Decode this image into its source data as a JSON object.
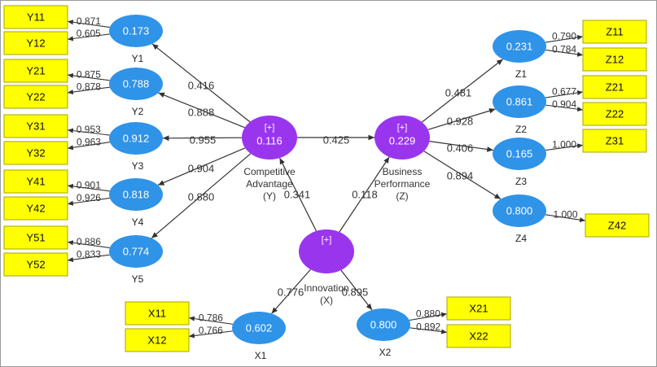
{
  "colors": {
    "indicator_fill": "#ffff00",
    "indicator_border": "#a8a300",
    "construct_fill": "#2f93e8",
    "latent_fill": "#9a35ee",
    "line": "#333333",
    "label_text": "#333333"
  },
  "indicators": [
    {
      "id": "Y11",
      "label": "Y11"
    },
    {
      "id": "Y12",
      "label": "Y12"
    },
    {
      "id": "Y21",
      "label": "Y21"
    },
    {
      "id": "Y22",
      "label": "Y22"
    },
    {
      "id": "Y31",
      "label": "Y31"
    },
    {
      "id": "Y32",
      "label": "Y32"
    },
    {
      "id": "Y41",
      "label": "Y41"
    },
    {
      "id": "Y42",
      "label": "Y42"
    },
    {
      "id": "Y51",
      "label": "Y51"
    },
    {
      "id": "Y52",
      "label": "Y52"
    },
    {
      "id": "Z11",
      "label": "Z11"
    },
    {
      "id": "Z12",
      "label": "Z12"
    },
    {
      "id": "Z21",
      "label": "Z21"
    },
    {
      "id": "Z22",
      "label": "Z22"
    },
    {
      "id": "Z31",
      "label": "Z31"
    },
    {
      "id": "Z42",
      "label": "Z42"
    },
    {
      "id": "X11",
      "label": "X11"
    },
    {
      "id": "X12",
      "label": "X12"
    },
    {
      "id": "X21",
      "label": "X21"
    },
    {
      "id": "X22",
      "label": "X22"
    }
  ],
  "first_order": [
    {
      "id": "Y1",
      "label": "Y1",
      "value": "0.173"
    },
    {
      "id": "Y2",
      "label": "Y2",
      "value": "0.788"
    },
    {
      "id": "Y3",
      "label": "Y3",
      "value": "0.912"
    },
    {
      "id": "Y4",
      "label": "Y4",
      "value": "0.818"
    },
    {
      "id": "Y5",
      "label": "Y5",
      "value": "0.774"
    },
    {
      "id": "Z1",
      "label": "Z1",
      "value": "0.231"
    },
    {
      "id": "Z2",
      "label": "Z2",
      "value": "0.861"
    },
    {
      "id": "Z3",
      "label": "Z3",
      "value": "0.165"
    },
    {
      "id": "Z4",
      "label": "Z4",
      "value": "0.800"
    },
    {
      "id": "X1",
      "label": "X1",
      "value": "0.602"
    },
    {
      "id": "X2",
      "label": "X2",
      "value": "0.800"
    }
  ],
  "latent": [
    {
      "id": "Y",
      "badge": "[+]",
      "value": "0.116",
      "label_lines": [
        "Competitive",
        "Advantage",
        "(Y)"
      ]
    },
    {
      "id": "Z",
      "badge": "[+]",
      "value": "0.229",
      "label_lines": [
        "Business",
        "Performance",
        "(Z)"
      ]
    },
    {
      "id": "X",
      "badge": "[+]",
      "value": "",
      "label_lines": [
        "Innovation",
        "(X)"
      ]
    }
  ],
  "paths": [
    {
      "from": "Y",
      "to": "Y1",
      "coef": "0.416"
    },
    {
      "from": "Y",
      "to": "Y2",
      "coef": "0.888"
    },
    {
      "from": "Y",
      "to": "Y3",
      "coef": "0.955"
    },
    {
      "from": "Y",
      "to": "Y4",
      "coef": "0.904"
    },
    {
      "from": "Y",
      "to": "Y5",
      "coef": "0.880"
    },
    {
      "from": "Y",
      "to": "Z",
      "coef": "0.425"
    },
    {
      "from": "Z",
      "to": "Z1",
      "coef": "0.481"
    },
    {
      "from": "Z",
      "to": "Z2",
      "coef": "0.928"
    },
    {
      "from": "Z",
      "to": "Z3",
      "coef": "0.406"
    },
    {
      "from": "Z",
      "to": "Z4",
      "coef": "0.894"
    },
    {
      "from": "X",
      "to": "Y",
      "coef": "0.341"
    },
    {
      "from": "X",
      "to": "Z",
      "coef": "0.118"
    },
    {
      "from": "X",
      "to": "X1",
      "coef": "0.776"
    },
    {
      "from": "X",
      "to": "X2",
      "coef": "0.895"
    }
  ],
  "loadings": [
    {
      "from": "Y1",
      "to": "Y11",
      "value": "0.871"
    },
    {
      "from": "Y1",
      "to": "Y12",
      "value": "0.605"
    },
    {
      "from": "Y2",
      "to": "Y21",
      "value": "0.875"
    },
    {
      "from": "Y2",
      "to": "Y22",
      "value": "0.878"
    },
    {
      "from": "Y3",
      "to": "Y31",
      "value": "0.953"
    },
    {
      "from": "Y3",
      "to": "Y32",
      "value": "0.963"
    },
    {
      "from": "Y4",
      "to": "Y41",
      "value": "0.901"
    },
    {
      "from": "Y4",
      "to": "Y42",
      "value": "0.926"
    },
    {
      "from": "Y5",
      "to": "Y51",
      "value": "0.886"
    },
    {
      "from": "Y5",
      "to": "Y52",
      "value": "0.833"
    },
    {
      "from": "Z1",
      "to": "Z11",
      "value": "0.790"
    },
    {
      "from": "Z1",
      "to": "Z12",
      "value": "0.784"
    },
    {
      "from": "Z2",
      "to": "Z21",
      "value": "0.677"
    },
    {
      "from": "Z2",
      "to": "Z22",
      "value": "0.904"
    },
    {
      "from": "Z3",
      "to": "Z31",
      "value": "1.000"
    },
    {
      "from": "Z4",
      "to": "Z42",
      "value": "1.000"
    },
    {
      "from": "X1",
      "to": "X11",
      "value": "0.786"
    },
    {
      "from": "X1",
      "to": "X12",
      "value": "0.766"
    },
    {
      "from": "X2",
      "to": "X21",
      "value": "0.880"
    },
    {
      "from": "X2",
      "to": "X22",
      "value": "0.892"
    }
  ]
}
